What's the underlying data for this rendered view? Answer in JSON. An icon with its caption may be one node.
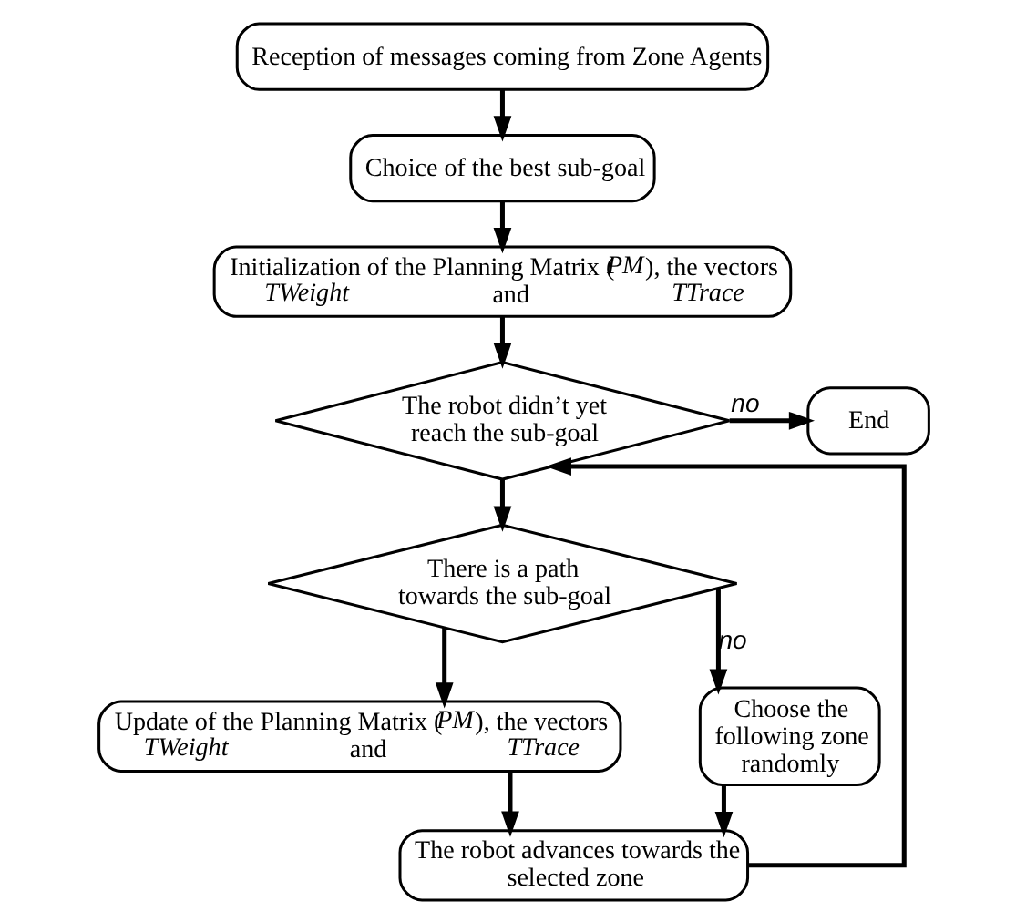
{
  "diagram": {
    "nodes": [
      {
        "text": [
          "Reception of messages coming from Zone Agents"
        ]
      },
      {
        "text": [
          "Choice of the best sub-goal"
        ]
      },
      {
        "text": [
          "Initialization of the Planning Matrix (*PM*), the vectors *TWeight* and *TTrace*"
        ]
      },
      {
        "text": [
          "The robot didn’t yet reach the sub-goal"
        ]
      },
      {
        "text": [
          "End"
        ]
      },
      {
        "text": [
          "There is a path towards the sub-goal"
        ]
      },
      {
        "text": [
          "Update of the Planning Matrix (*PM*), the vectors *TWeight* and *TTrace*"
        ]
      },
      {
        "text": [
          "Choose the following zone randomly"
        ]
      },
      {
        "text": [
          "The robot advances towards the selected zone"
        ]
      }
    ],
    "edges": [
      {
        "from": 0,
        "to": 1,
        "arrow": "to"
      },
      {
        "from": 1,
        "to": 2,
        "arrow": "to"
      },
      {
        "from": 2,
        "to": 3,
        "arrow": "to"
      },
      {
        "from": 3,
        "to": 4,
        "arrow": "to",
        "label": "no"
      },
      {
        "from": 3,
        "to": 5,
        "arrow": "to"
      },
      {
        "from": 5,
        "to": 6,
        "arrow": "to"
      },
      {
        "from": 5,
        "to": 7,
        "arrow": "to",
        "label": "no"
      },
      {
        "from": 6,
        "to": 8,
        "arrow": "to"
      },
      {
        "from": 7,
        "to": 8,
        "arrow": "to"
      },
      {
        "from": 8,
        "to": 3,
        "arrow": "to"
      }
    ]
  }
}
